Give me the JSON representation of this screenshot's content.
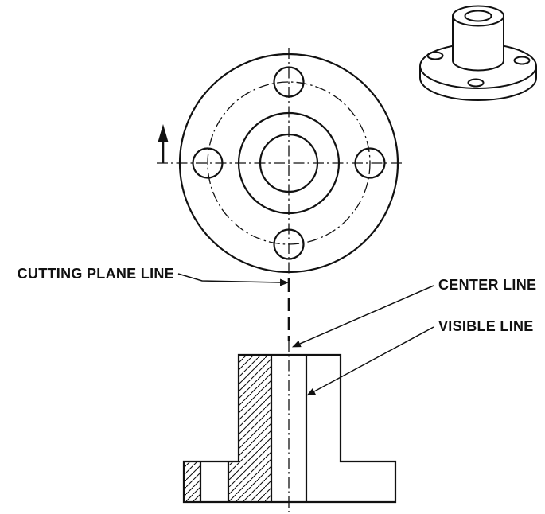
{
  "figure": {
    "background_color": "#ffffff",
    "line_color": "#111111",
    "labels": {
      "cutting_plane_line": "CUTTING PLANE LINE",
      "center_line": "CENTER LINE",
      "visible_line": "VISIBLE LINE"
    }
  }
}
